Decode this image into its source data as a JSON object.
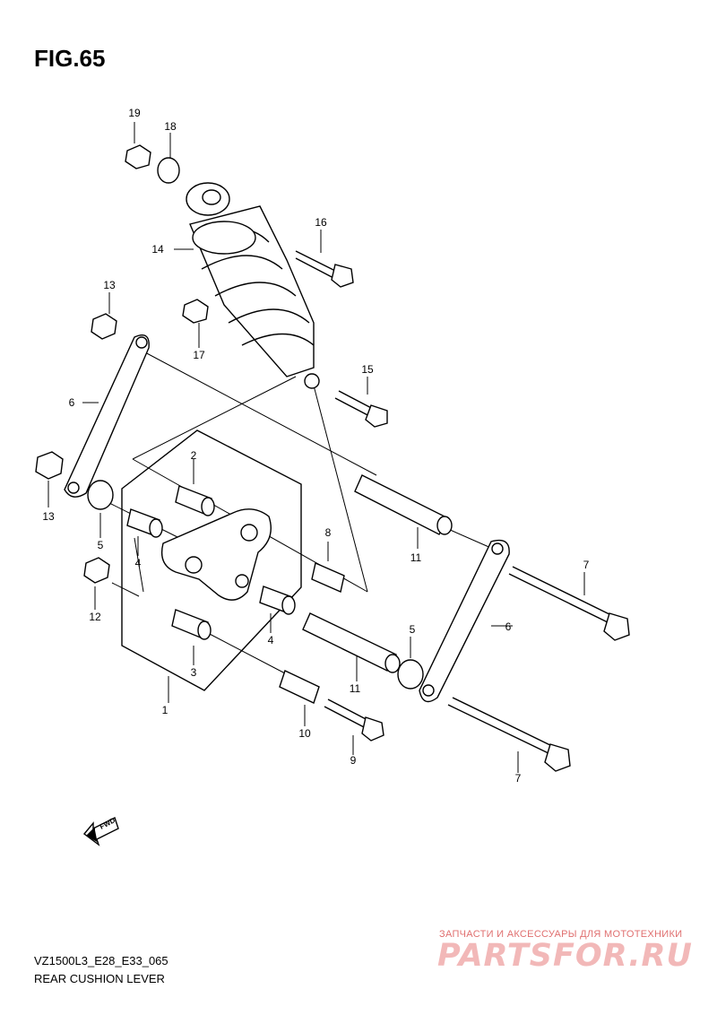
{
  "figure": {
    "title": "FIG.65"
  },
  "callouts": [
    "1",
    "2",
    "3",
    "4",
    "4",
    "5",
    "5",
    "6",
    "6",
    "7",
    "7",
    "8",
    "9",
    "10",
    "11",
    "11",
    "12",
    "13",
    "13",
    "14",
    "15",
    "16",
    "17",
    "18",
    "19"
  ],
  "fwd_label": "FWD",
  "footer": {
    "code": "VZ1500L3_E28_E33_065",
    "name": "REAR CUSHION LEVER"
  },
  "watermark": {
    "tagline": "ЗАПЧАСТИ И АКСЕССУАРЫ ДЛЯ МОТОТЕХНИКИ",
    "logo": "PARTSFOR.RU"
  }
}
